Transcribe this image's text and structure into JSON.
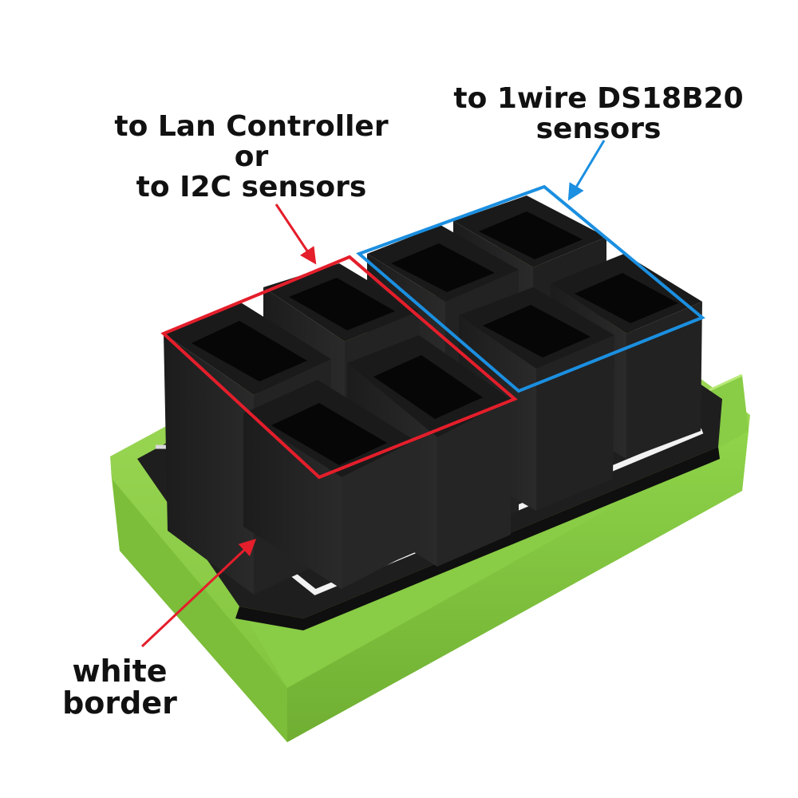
{
  "annotations": {
    "left": [
      "to Lan Controller",
      "or",
      "to I2C sensors"
    ],
    "right": [
      "to 1wire DS18B20",
      "sensors"
    ],
    "bottom": [
      "white",
      "border"
    ]
  },
  "colors": {
    "case_green": "#8fd44a",
    "jack_black": "#161616",
    "highlight_red": "#e41e2b",
    "highlight_blue": "#1b8fe0",
    "pcb_black": "#1e1e1e"
  },
  "objects": {
    "left_group_ports": 4,
    "right_group_ports": 4
  }
}
